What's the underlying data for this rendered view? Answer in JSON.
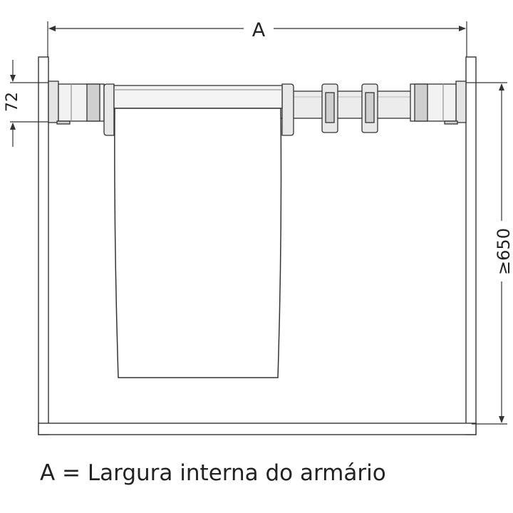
{
  "dimensions": {
    "width_label": "A",
    "rail_height_label": "72",
    "min_height_label": "≥650"
  },
  "caption": "A = Largura interna do armário"
}
